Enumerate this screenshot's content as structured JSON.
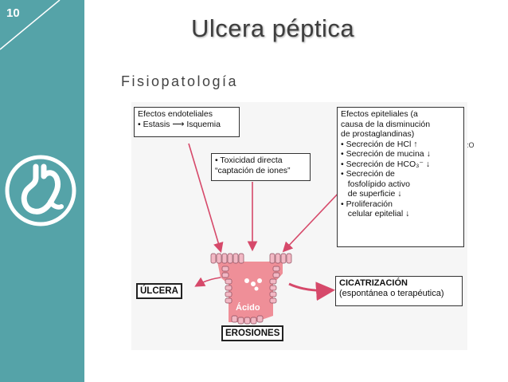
{
  "slide_number": "10",
  "title": "Ulcera péptica",
  "subtitle": "Fisiopatología",
  "stray_text": ":O",
  "figure": {
    "box_endothelial": {
      "line1": "Efectos endoteliales",
      "line2_prefix": "• Estasis",
      "line2_suffix": "Isquemia"
    },
    "box_toxicity": {
      "line1": "• Toxicidad directa",
      "line2": "“captación de iones”"
    },
    "box_epithelial": {
      "lines": [
        "Efectos epiteliales (a",
        "causa de la disminución",
        "de prostaglandinas)",
        "• Secreción de HCl ↑",
        "• Secreción de mucina ↓",
        "• Secreción de HCO₃⁻ ↓",
        "• Secreción de",
        "   fosfolípido activo",
        "   de superficie ↓",
        "• Proliferación",
        "   celular epitelial ↓"
      ]
    },
    "label_ulcer": "ÚLCERA",
    "label_erosions": "EROSIONES",
    "label_acid": "Ácido",
    "box_healing": {
      "line1": "CICATRIZACIÓN",
      "line2": "(espontánea o terapéutica)"
    }
  },
  "colors": {
    "sidebar": "#55a3a8",
    "arrow": "#d6496a",
    "tissue": "#ef8f98",
    "cells": "#f2b8c4"
  }
}
